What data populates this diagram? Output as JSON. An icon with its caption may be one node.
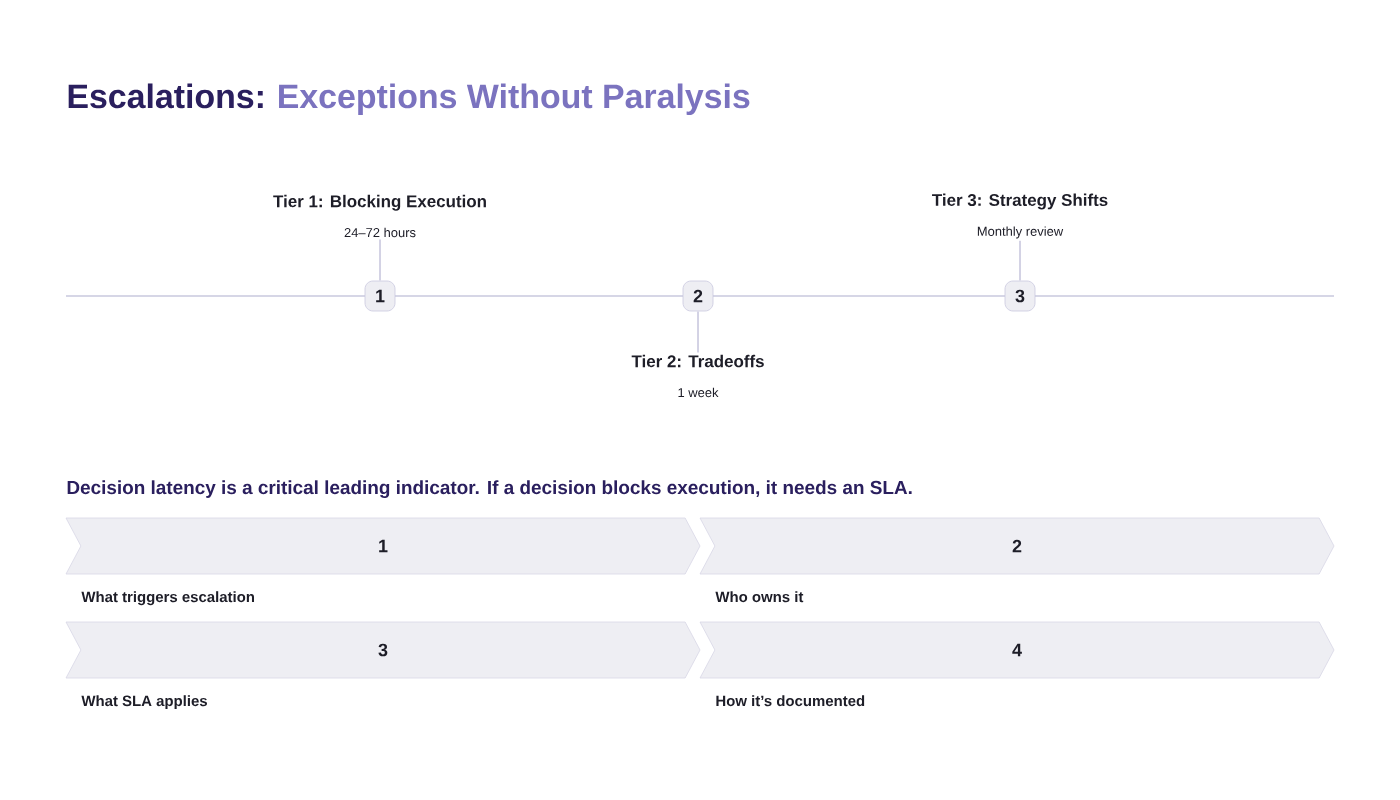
{
  "diagram": {
    "title": "Escalations:",
    "nodes": [
      {
        "text": [
          "1"
        ]
      },
      {
        "text": [
          "2"
        ]
      },
      {
        "text": [
          "3"
        ]
      },
      {
        "text": [
          "Tier 1: Blocking Execution",
          "24–72 hours"
        ]
      },
      {
        "text": [
          "Tier 2: Tradeoffs",
          "1 week"
        ]
      },
      {
        "text": [
          "Tier 3: Strategy Shifts",
          "Monthly review"
        ]
      },
      {
        "text": [
          "1"
        ],
        "beside": [
          "What triggers escalation"
        ]
      },
      {
        "text": [
          "2"
        ],
        "beside": [
          "Who owns it"
        ]
      },
      {
        "text": [
          "3"
        ],
        "beside": [
          "What SLA applies"
        ]
      },
      {
        "text": [
          "4"
        ],
        "beside": [
          "How it’s documented"
        ]
      }
    ],
    "edges": [
      {
        "from": 3,
        "to": 0,
        "arrow": "none"
      },
      {
        "from": 1,
        "to": 4,
        "arrow": "none"
      },
      {
        "from": 5,
        "to": 2,
        "arrow": "none"
      }
    ],
    "labels": [
      "Exceptions Without Paralysis",
      "Decision latency is a critical leading indicator. If a decision blocks execution, it needs an SLA."
    ]
  }
}
